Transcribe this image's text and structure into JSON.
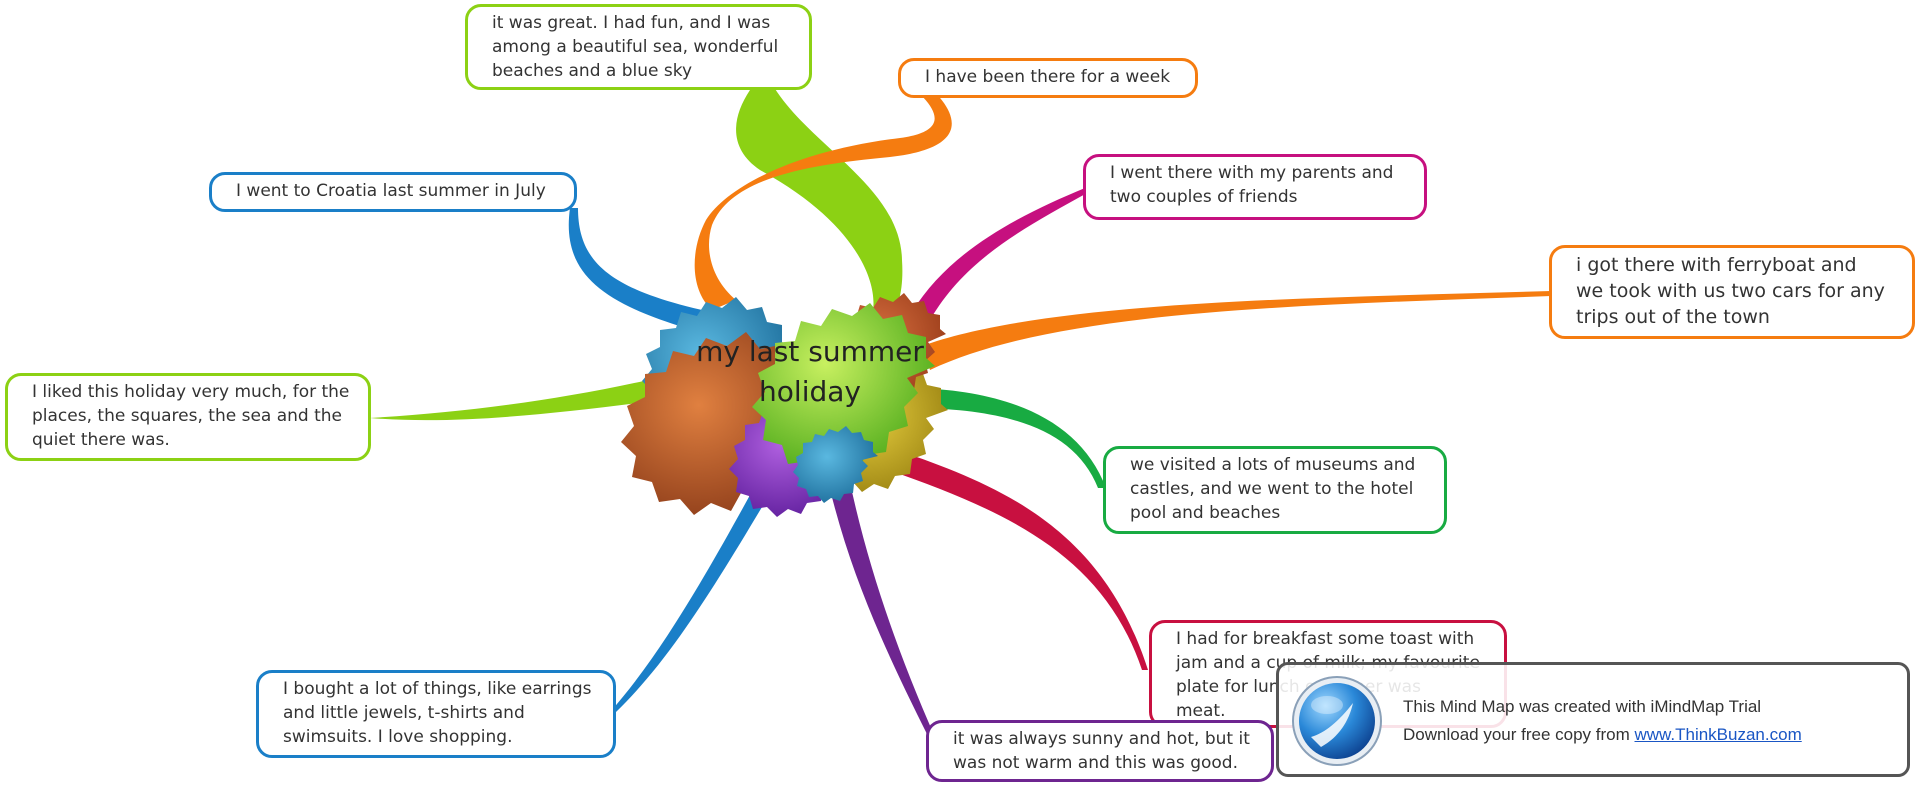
{
  "central_topic": {
    "line1": "my last summer",
    "line2": "holiday"
  },
  "colors": {
    "lime": "#8cd114",
    "orange": "#f57c10",
    "magenta": "#c6107f",
    "blue": "#1a7fc8",
    "green": "#18ab42",
    "crimson": "#c81040",
    "purple": "#6e2590"
  },
  "branches": [
    {
      "id": "great",
      "lines": [
        "it was great. I had fun, and I was",
        "among a beautiful sea, wonderful",
        "beaches and a blue sky"
      ],
      "color": "#8cd114"
    },
    {
      "id": "week",
      "lines": [
        "I have been there for a week"
      ],
      "color": "#f57c10"
    },
    {
      "id": "parents",
      "lines": [
        "I went there with my parents and",
        "two couples of friends"
      ],
      "color": "#c6107f"
    },
    {
      "id": "ferryboat",
      "lines": [
        "i got there with ferryboat and",
        "we took with us two cars for any",
        "trips out of the town"
      ],
      "color": "#f57c10"
    },
    {
      "id": "museums",
      "lines": [
        "we visited a lots of museums and",
        "castles, and we went to the hotel",
        "pool and beaches"
      ],
      "color": "#18ab42"
    },
    {
      "id": "breakfast",
      "lines": [
        "I had for breakfast some toast with",
        "jam and a cup of milk; my favourite",
        "plate for lunch or dinner was",
        "meat."
      ],
      "color": "#c81040"
    },
    {
      "id": "sunny",
      "lines": [
        "it was always sunny and hot, but it",
        "was not warm and this was good."
      ],
      "color": "#6e2590"
    },
    {
      "id": "shopping",
      "lines": [
        "I bought a lot of things, like earrings",
        "and little jewels, t-shirts and",
        "swimsuits. I love shopping."
      ],
      "color": "#1a7fc8"
    },
    {
      "id": "liked",
      "lines": [
        "I liked this holiday very much, for the",
        "places, the squares, the sea and the",
        "quiet there was."
      ],
      "color": "#8cd114"
    },
    {
      "id": "croatia",
      "lines": [
        "I went to Croatia last summer in July"
      ],
      "color": "#1a7fc8"
    }
  ],
  "watermark": {
    "line1": "This Mind Map was created with iMindMap Trial",
    "line2_prefix": "Download your free copy from ",
    "link_text": "www.ThinkBuzan.com"
  }
}
